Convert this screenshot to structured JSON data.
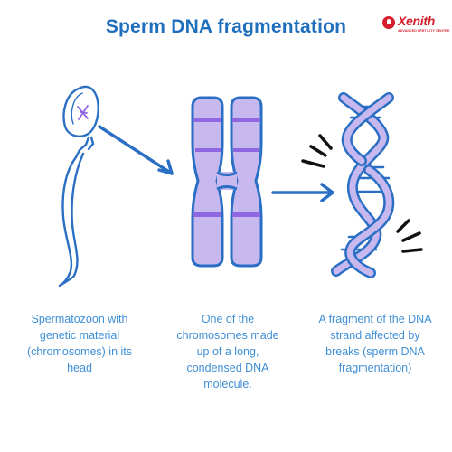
{
  "header": {
    "title": "Sperm DNA fragmentation"
  },
  "logo": {
    "name": "Xenith",
    "tagline": "ADVANCED FERTILITY CENTRE"
  },
  "panels": [
    {
      "caption": "Spermatozoon with genetic material (chromosomes) in its head",
      "icon": "sperm-cell-icon"
    },
    {
      "caption": "One of the chromosomes made up of a long, condensed DNA molecule.",
      "icon": "chromosome-icon"
    },
    {
      "caption": "A fragment of the DNA strand affected by breaks (sperm DNA fragmentation)",
      "icon": "broken-dna-helix-icon"
    }
  ],
  "colors": {
    "title": "#1f6fbd",
    "outline": "#2a6fc4",
    "fill_light": "#c8b8f0",
    "fill_band": "#8f67e0",
    "caption": "#3f8fd6",
    "brand": "#d61f2c"
  }
}
